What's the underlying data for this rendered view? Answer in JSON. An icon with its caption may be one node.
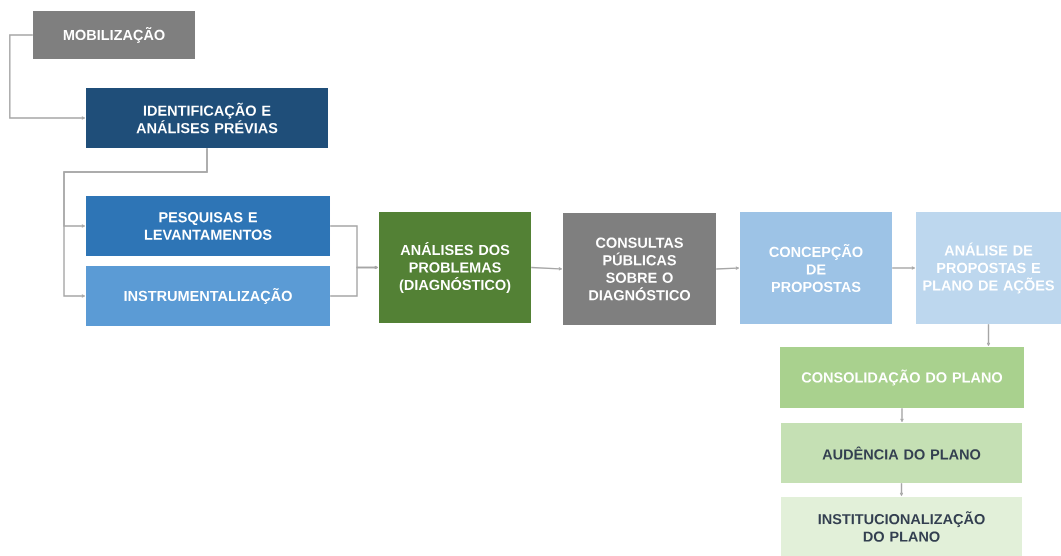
{
  "diagram": {
    "nodes": [
      {
        "text": [
          "MOBILIZAÇÃO"
        ]
      },
      {
        "text": [
          "IDENTIFICAÇÃO E ANÁLISES PRÉVIAS"
        ]
      },
      {
        "text": [
          "PESQUISAS E LEVANTAMENTOS"
        ]
      },
      {
        "text": [
          "INSTRUMENTALIZAÇÃO"
        ]
      },
      {
        "text": [
          "ANÁLISES DOS PROBLEMAS (DIAGNÓSTICO)"
        ]
      },
      {
        "text": [
          "CONSULTAS PÚBLICAS SOBRE O DIAGNÓSTICO"
        ]
      },
      {
        "text": [
          "CONCEPÇÃO DE PROPOSTAS"
        ]
      },
      {
        "text": [
          "ANÁLISE DE PROPOSTAS E PLANO DE AÇÕES"
        ]
      },
      {
        "text": [
          "CONSOLIDAÇÃO DO PLANO"
        ]
      },
      {
        "text": [
          "AUDÊNCIA DO PLANO"
        ]
      },
      {
        "text": [
          "INSTITUCIONALIZAÇÃO DO PLANO"
        ]
      }
    ],
    "edges": [
      {
        "from": 0,
        "to": 1,
        "arrow": "to"
      },
      {
        "from": 1,
        "to": 2,
        "arrow": "to"
      },
      {
        "from": 1,
        "to": 3,
        "arrow": "to"
      },
      {
        "from": 2,
        "to": 4,
        "arrow": "to"
      },
      {
        "from": 3,
        "to": 4,
        "arrow": "to"
      },
      {
        "from": 4,
        "to": 5,
        "arrow": "to"
      },
      {
        "from": 5,
        "to": 6,
        "arrow": "to"
      },
      {
        "from": 6,
        "to": 7,
        "arrow": "to"
      },
      {
        "from": 7,
        "to": 8,
        "arrow": "to"
      },
      {
        "from": 8,
        "to": 9,
        "arrow": "to"
      },
      {
        "from": 9,
        "to": 10,
        "arrow": "to"
      }
    ]
  }
}
